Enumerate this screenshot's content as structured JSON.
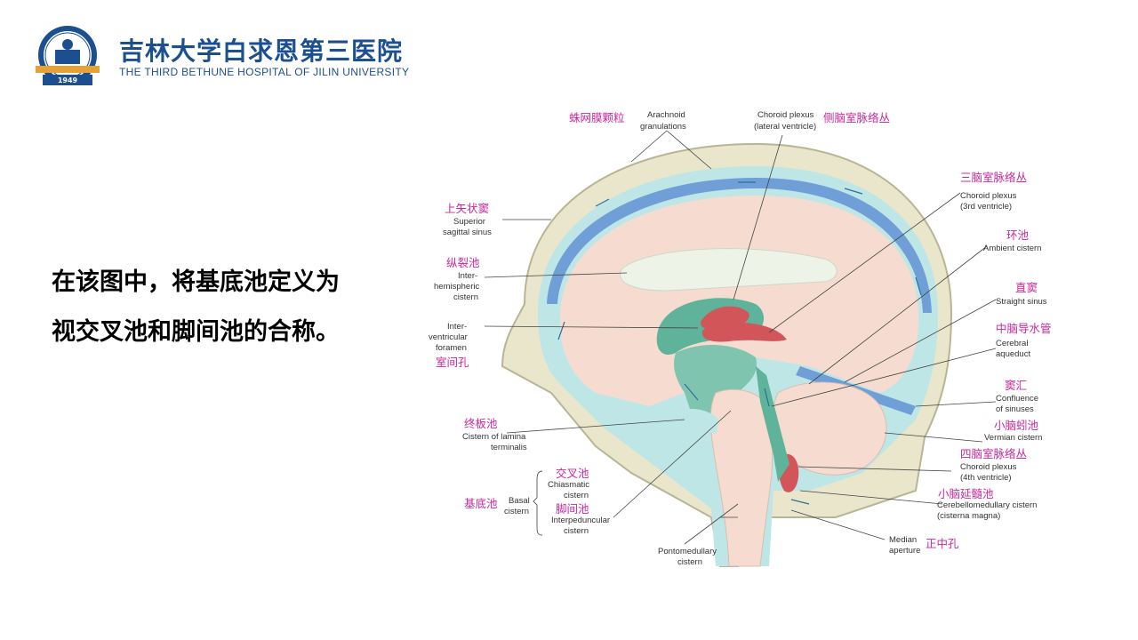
{
  "header": {
    "cn_name": "吉林大学白求恩第三医院",
    "en_name": "THE THIRD BETHUNE HOSPITAL OF JILIN UNIVERSITY",
    "logo_year": "1949"
  },
  "body": {
    "line1": "在该图中，将基底池定义为",
    "line2": "视交叉池和脚间池的合称。"
  },
  "figure": {
    "labels": {
      "arachnoid_cn": "蛛网膜颗粒",
      "arachnoid_en1": "Arachnoid",
      "arachnoid_en2": "granulations",
      "choroid_lat_en1": "Choroid plexus",
      "choroid_lat_en2": "(lateral ventricle)",
      "choroid_lat_cn": "侧脑室脉络丛",
      "choroid_3rd_cn": "三脑室脉络丛",
      "choroid_3rd_en1": "Choroid plexus",
      "choroid_3rd_en2": "(3rd ventricle)",
      "ambient_cn": "环池",
      "ambient_en": "Ambient cistern",
      "straight_cn": "直窦",
      "straight_en": "Straight sinus",
      "aqueduct_cn": "中脑导水管",
      "aqueduct_en1": "Cerebral",
      "aqueduct_en2": "aqueduct",
      "confluence_cn": "窦汇",
      "confluence_en1": "Confluence",
      "confluence_en2": "of sinuses",
      "vermian_cn": "小脑蚓池",
      "vermian_en": "Vermian cistern",
      "choroid_4th_cn": "四脑室脉络丛",
      "choroid_4th_en1": "Choroid plexus",
      "choroid_4th_en2": "(4th ventricle)",
      "cerebellomed_cn": "小脑延髓池",
      "cerebellomed_en1": "Cerebellomedullary cistern",
      "cerebellomed_en2": "(cisterna magna)",
      "median_en1": "Median",
      "median_en2": "aperture",
      "median_cn": "正中孔",
      "sss_cn": "上矢状窦",
      "sss_en1": "Superior",
      "sss_en2": "sagittal sinus",
      "interhem_cn": "纵裂池",
      "interhem_en1": "Inter-",
      "interhem_en2": "hemispheric",
      "interhem_en3": "cistern",
      "interv_en1": "Inter-",
      "interv_en2": "ventricular",
      "interv_en3": "foramen",
      "interv_cn": "室间孔",
      "lamina_cn": "终板池",
      "lamina_en1": "Cistern of lamina",
      "lamina_en2": "terminalis",
      "chiasm_cn": "交叉池",
      "chiasm_en1": "Chiasmatic",
      "chiasm_en2": "cistern",
      "basal_cn": "基底池",
      "basal_en1": "Basal",
      "basal_en2": "cistern",
      "interped_cn": "脚间池",
      "interped_en1": "Interpeduncular",
      "interped_en2": "cistern",
      "pontomed_en1": "Pontomedullary",
      "pontomed_en2": "cistern"
    }
  }
}
